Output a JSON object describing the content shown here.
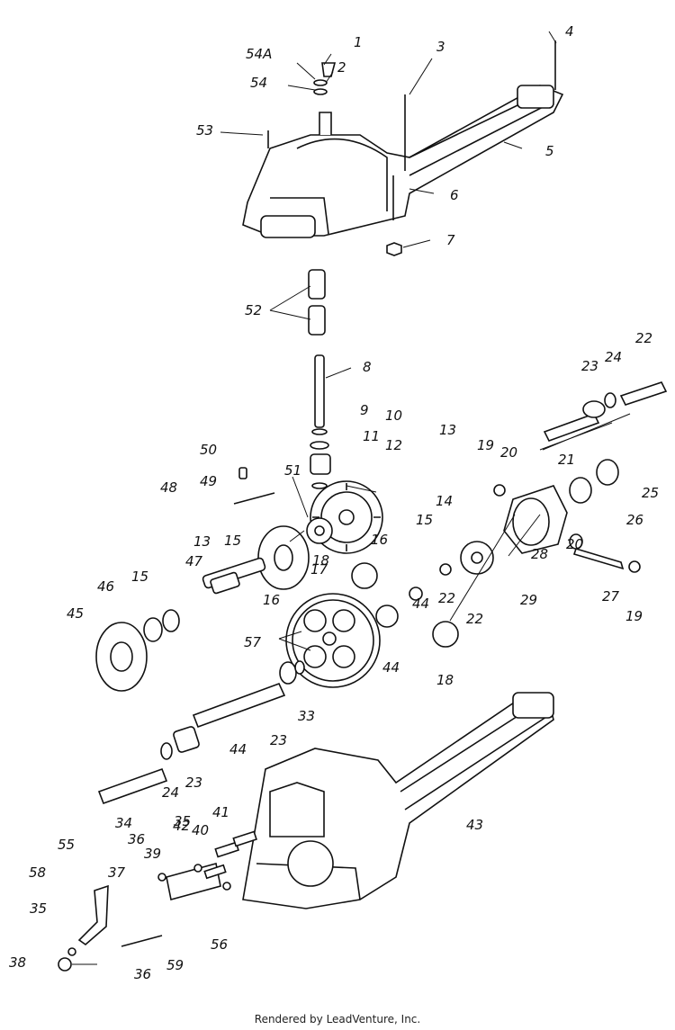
{
  "footer": "Rendered by LeadVenture, Inc.",
  "callouts": [
    "1",
    "54A",
    "2",
    "3",
    "4",
    "54",
    "53",
    "5",
    "6",
    "7",
    "52",
    "8",
    "9",
    "10",
    "11",
    "12",
    "13",
    "22",
    "23",
    "24",
    "50",
    "49",
    "48",
    "51",
    "18",
    "14",
    "15",
    "16",
    "17",
    "19",
    "20",
    "21",
    "25",
    "26",
    "28",
    "29",
    "22",
    "20",
    "27",
    "19",
    "22",
    "47",
    "13",
    "15",
    "16",
    "46",
    "15",
    "45",
    "44",
    "57",
    "44",
    "18",
    "23",
    "33",
    "44",
    "24",
    "23",
    "34",
    "43",
    "41",
    "35",
    "42",
    "40",
    "55",
    "36",
    "39",
    "58",
    "37",
    "35",
    "56",
    "36",
    "59",
    "38"
  ],
  "colors": {
    "ink": "#111111",
    "paper": "#ffffff"
  }
}
